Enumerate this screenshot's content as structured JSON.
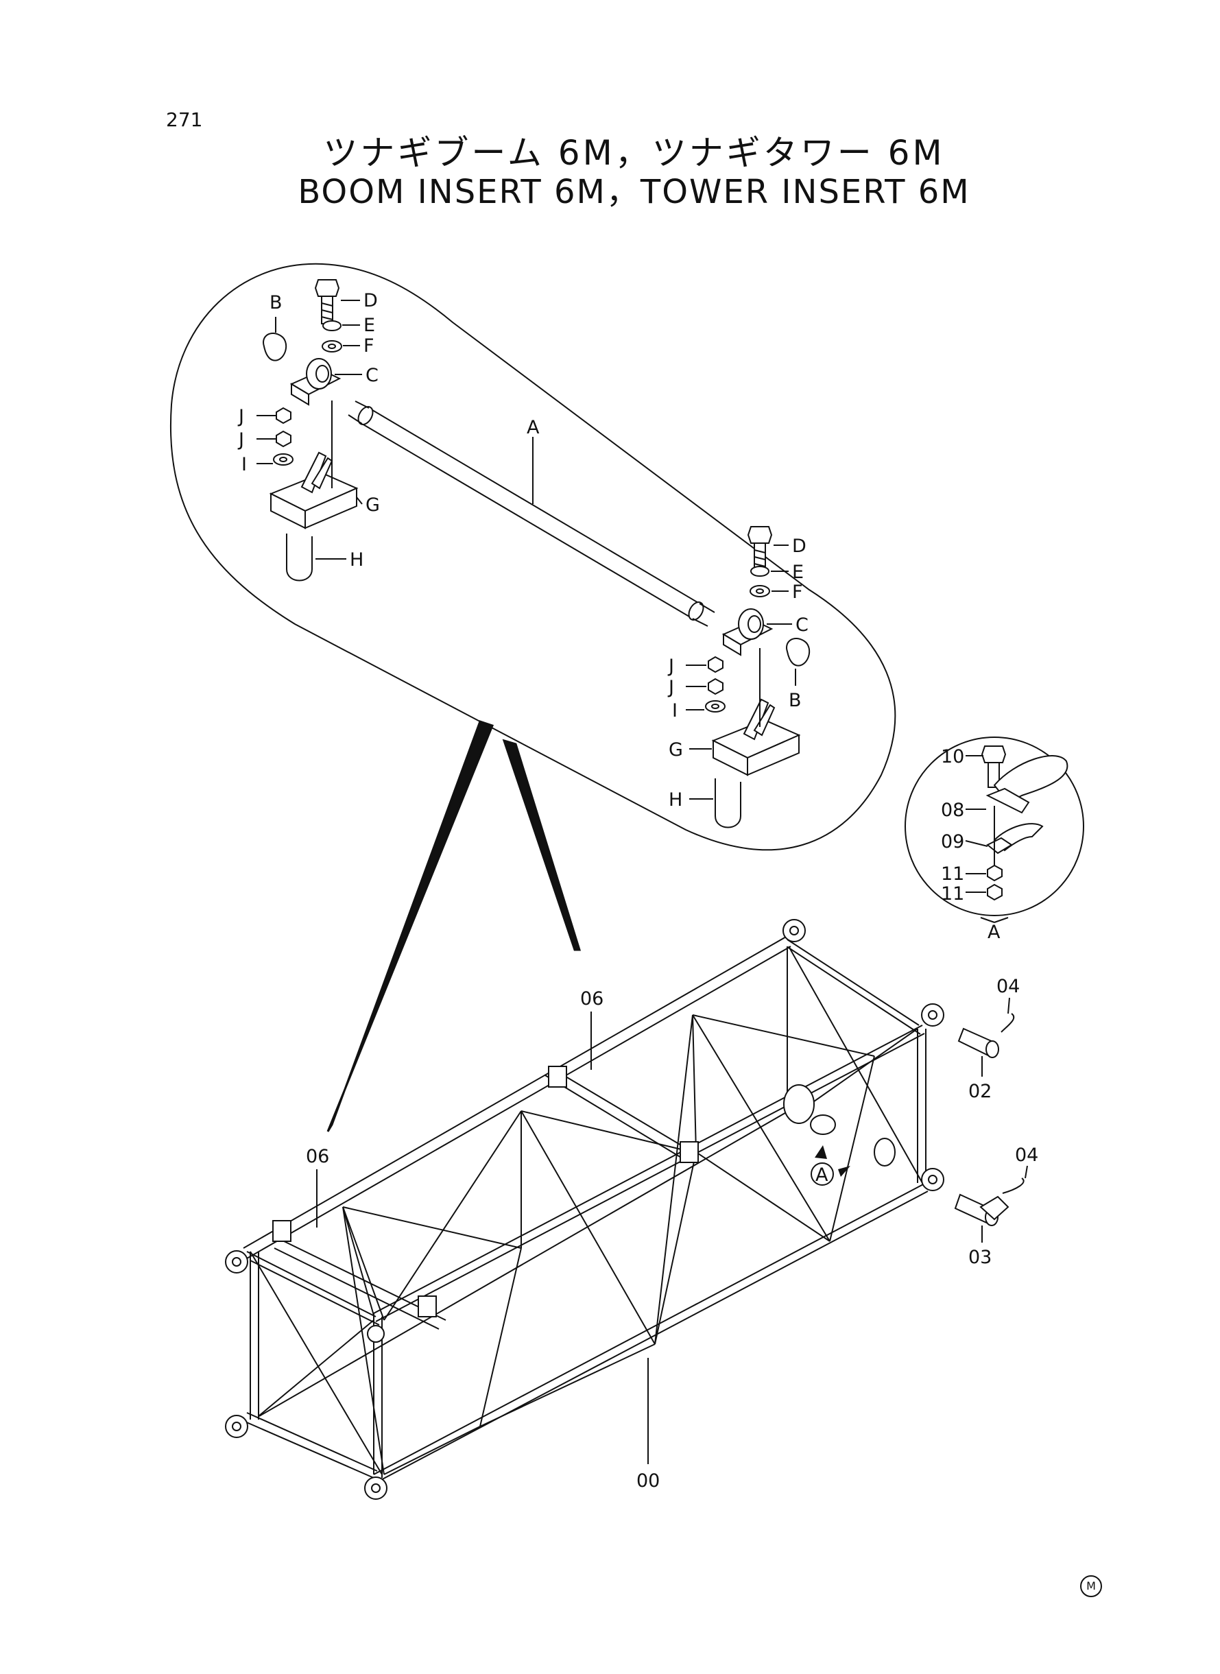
{
  "page_number": "271",
  "title_japanese": "ツナギブーム 6M，ツナギタワー 6M",
  "title_english": "BOOM INSERT 6M，TOWER INSERT 6M",
  "corner_mark": "M",
  "detail_labels": {
    "a": "A",
    "b": "B",
    "c": "C",
    "d": "D",
    "e": "E",
    "f": "F",
    "g": "G",
    "h": "H",
    "i": "I",
    "j": "J"
  },
  "part_numbers": {
    "p00": "00",
    "p02": "02",
    "p03": "03",
    "p04": "04",
    "p06": "06",
    "p08": "08",
    "p09": "09",
    "p10": "10",
    "p11": "11"
  }
}
